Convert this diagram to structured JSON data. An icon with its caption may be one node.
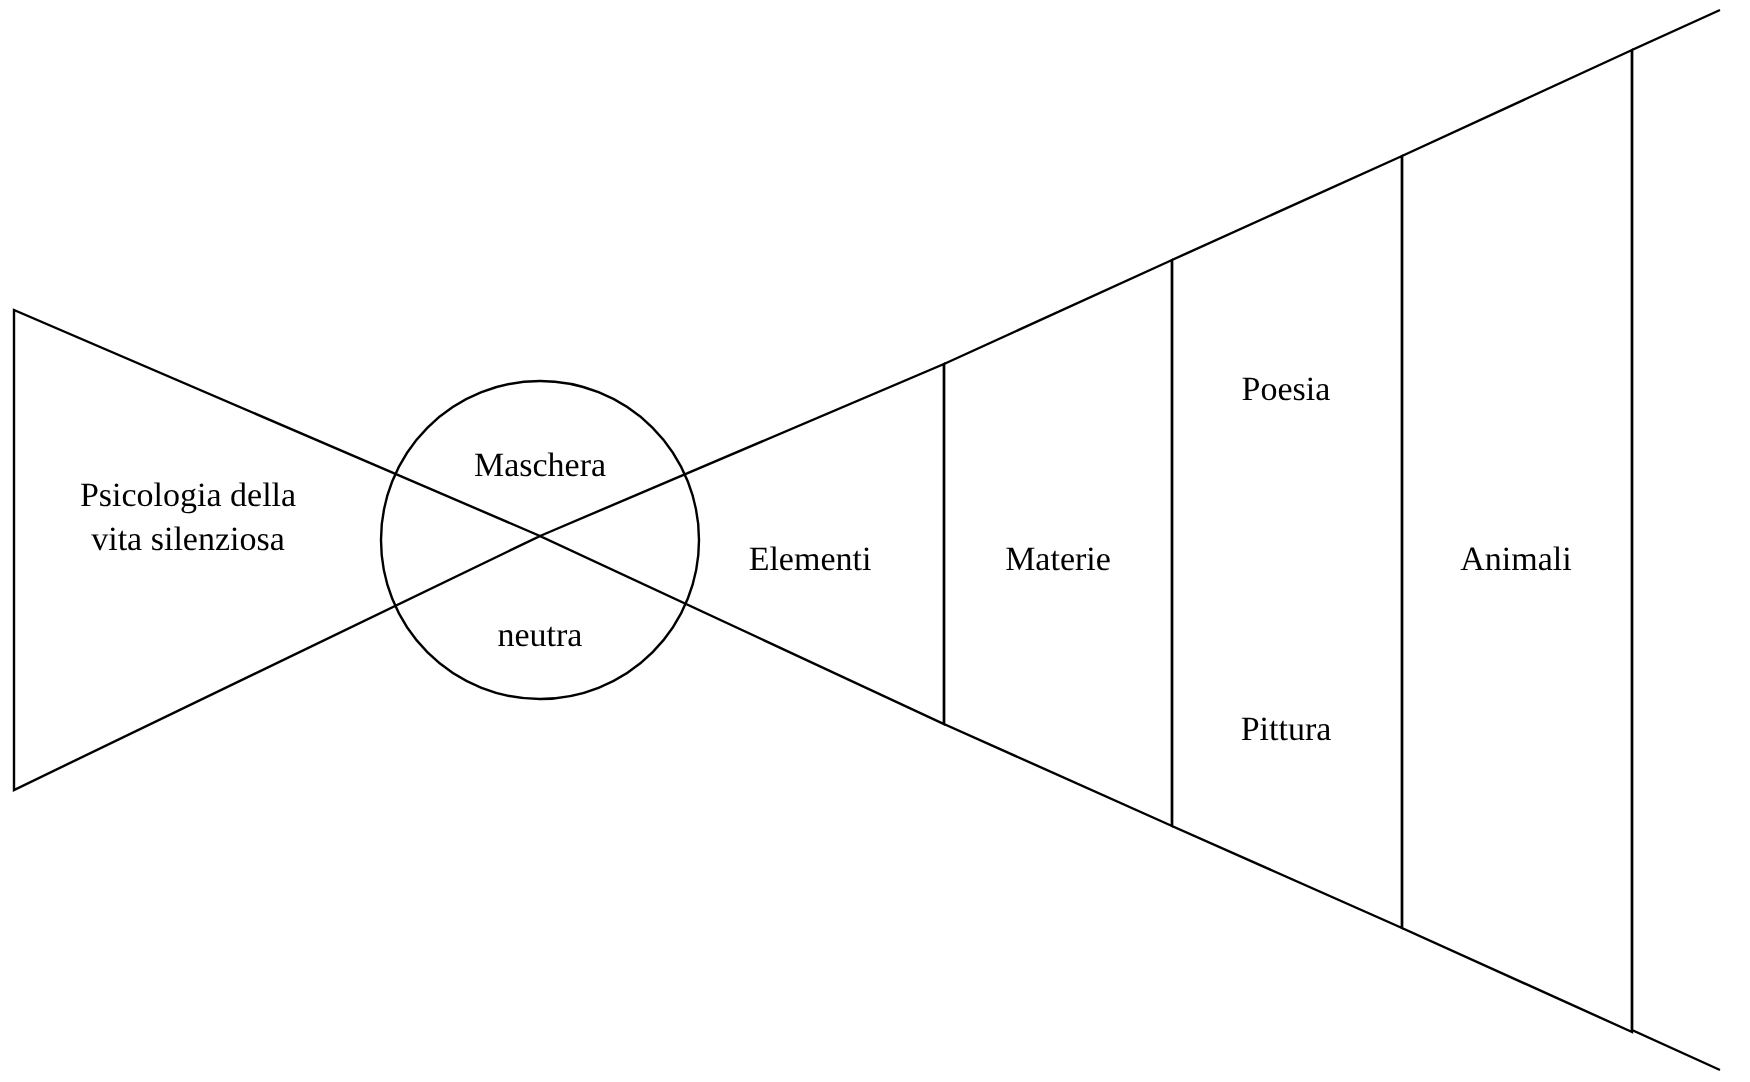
{
  "diagram": {
    "nodes": [
      {
        "text": [
          "Psicologia della vita silenziosa"
        ]
      },
      {
        "text": [
          "Maschera",
          "neutra"
        ]
      },
      {
        "text": [
          "Elementi"
        ]
      },
      {
        "text": [
          "Materie"
        ]
      },
      {
        "text": [
          "Poesia",
          "Pittura"
        ]
      },
      {
        "text": [
          "Animali"
        ]
      },
      {
        "text": [],
        "shape": "box"
      }
    ]
  }
}
